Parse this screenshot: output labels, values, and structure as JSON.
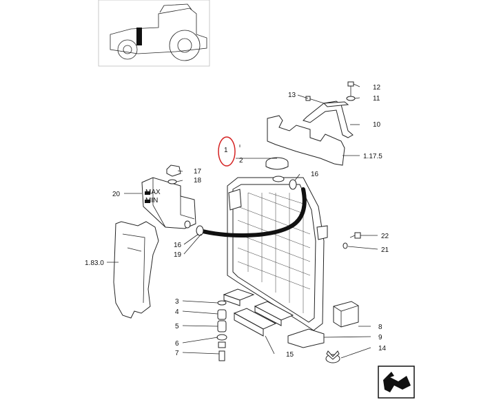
{
  "diagram": {
    "callouts": [
      {
        "id": "c1",
        "text": "1"
      },
      {
        "id": "c2",
        "text": "2"
      },
      {
        "id": "c3",
        "text": "3"
      },
      {
        "id": "c4",
        "text": "4"
      },
      {
        "id": "c5",
        "text": "5"
      },
      {
        "id": "c6",
        "text": "6"
      },
      {
        "id": "c7",
        "text": "7"
      },
      {
        "id": "c8",
        "text": "8"
      },
      {
        "id": "c9",
        "text": "9"
      },
      {
        "id": "c10",
        "text": "10"
      },
      {
        "id": "c11",
        "text": "11"
      },
      {
        "id": "c12",
        "text": "12"
      },
      {
        "id": "c13",
        "text": "13"
      },
      {
        "id": "c14",
        "text": "14"
      },
      {
        "id": "c15",
        "text": "15"
      },
      {
        "id": "c16a",
        "text": "16"
      },
      {
        "id": "c16b",
        "text": "16"
      },
      {
        "id": "c17",
        "text": "17"
      },
      {
        "id": "c18",
        "text": "18"
      },
      {
        "id": "c19",
        "text": "19"
      },
      {
        "id": "c20",
        "text": "20"
      },
      {
        "id": "c21",
        "text": "21"
      },
      {
        "id": "c22",
        "text": "22"
      },
      {
        "id": "c1175",
        "text": "1.17.5"
      },
      {
        "id": "c1830",
        "text": "1.83.0"
      }
    ],
    "tank_labels": {
      "max": "MAX",
      "min": "MIN"
    },
    "highlight_color": "#d42020",
    "icons": {
      "nav": "next-page-arrow-icon",
      "thumbnail": "tractor-thumbnail-icon"
    }
  }
}
